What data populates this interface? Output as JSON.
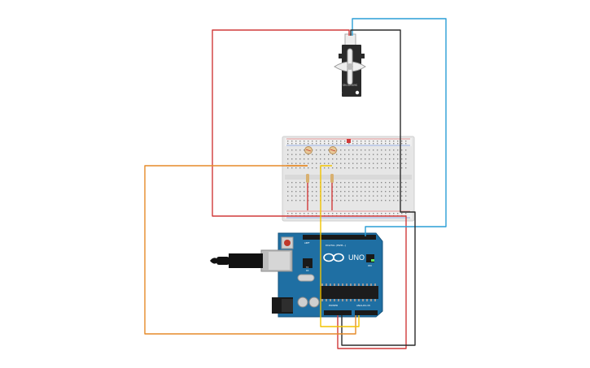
{
  "servo": {
    "model_label": "SM-S2309S"
  },
  "arduino": {
    "logo_text": "UNO",
    "digital_label": "DIGITAL (PWM~)",
    "power_label": "POWER",
    "analog_label": "ANALOG IN",
    "on_label": "ON",
    "aref_label": "AREF",
    "tx_label": "TX",
    "rx_label": "RX"
  },
  "colors": {
    "wire_red": "#d13a3a",
    "wire_blue": "#2a9ed6",
    "wire_black": "#2b2b2b",
    "wire_orange": "#e58a28",
    "wire_yellow": "#f2c400",
    "board_blue": "#1f6fa3",
    "breadboard": "#e9e9e9"
  }
}
